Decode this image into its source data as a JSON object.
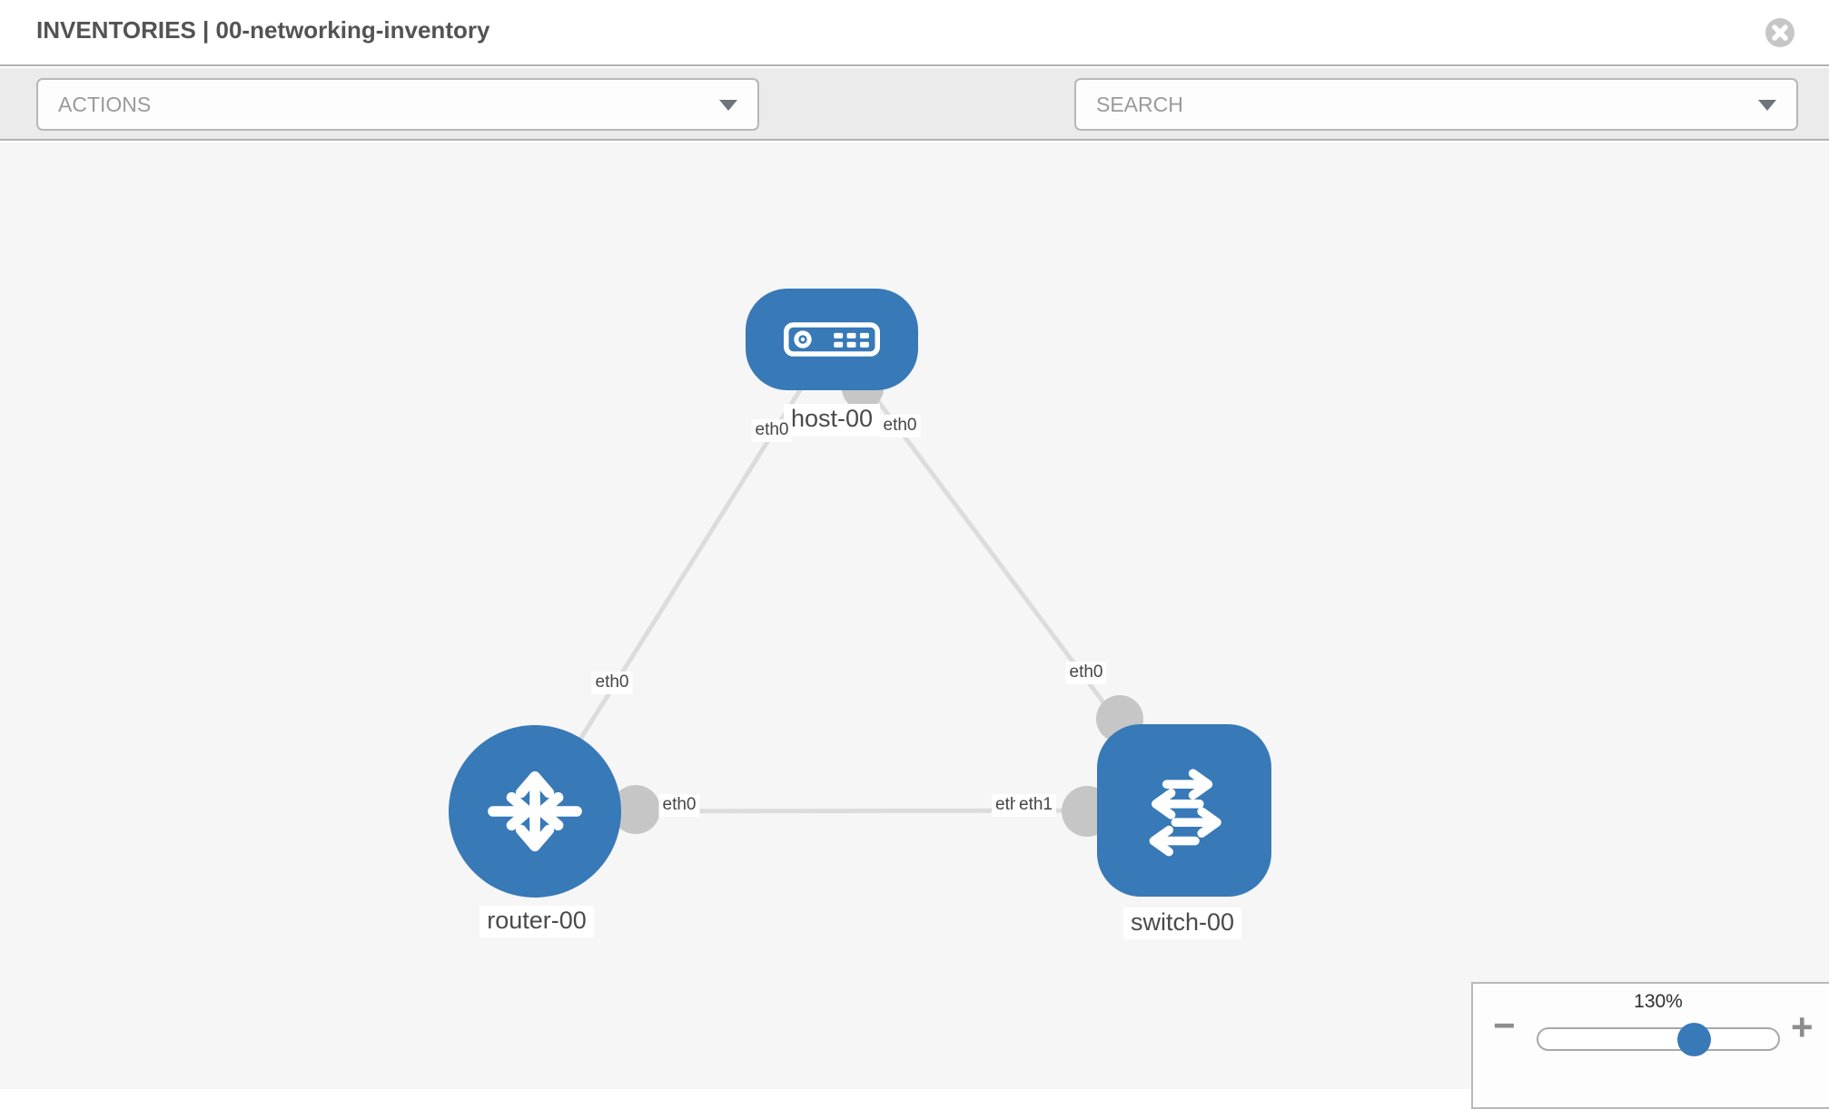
{
  "window": {
    "title": "INVENTORIES | 00-networking-inventory"
  },
  "toolbar": {
    "actions_label": "ACTIONS",
    "search_placeholder": "SEARCH"
  },
  "topology": {
    "nodes": [
      {
        "id": "host-00",
        "type": "host",
        "label": "host-00"
      },
      {
        "id": "router-00",
        "type": "router",
        "label": "router-00"
      },
      {
        "id": "switch-00",
        "type": "switch",
        "label": "switch-00"
      }
    ],
    "links": [
      {
        "source": "host-00",
        "target": "router-00",
        "source_interface": "eth0",
        "target_interface": "eth0"
      },
      {
        "source": "host-00",
        "target": "switch-00",
        "source_interface": "eth0",
        "target_interface": "eth0"
      },
      {
        "source": "router-00",
        "target": "switch-00",
        "source_interface": "eth0",
        "target_interfaces": [
          "eth0",
          "eth1"
        ]
      }
    ],
    "iface_labels": {
      "a_src": "eth0",
      "a_dst": "eth0",
      "b_src": "eth0",
      "b_dst": "eth0",
      "c_src": "eth0",
      "c_dst_back": "eth0",
      "c_dst_front": "eth1"
    }
  },
  "zoom_control": {
    "value": "130%",
    "minus_label": "−",
    "plus_label": "+"
  },
  "colors": {
    "node_blue": "#3879b8",
    "link_gray": "#dcdcdc",
    "interface_dot_gray": "#c6c6c6",
    "toolbar_bg": "#ebebeb",
    "canvas_bg": "#f6f6f6"
  }
}
